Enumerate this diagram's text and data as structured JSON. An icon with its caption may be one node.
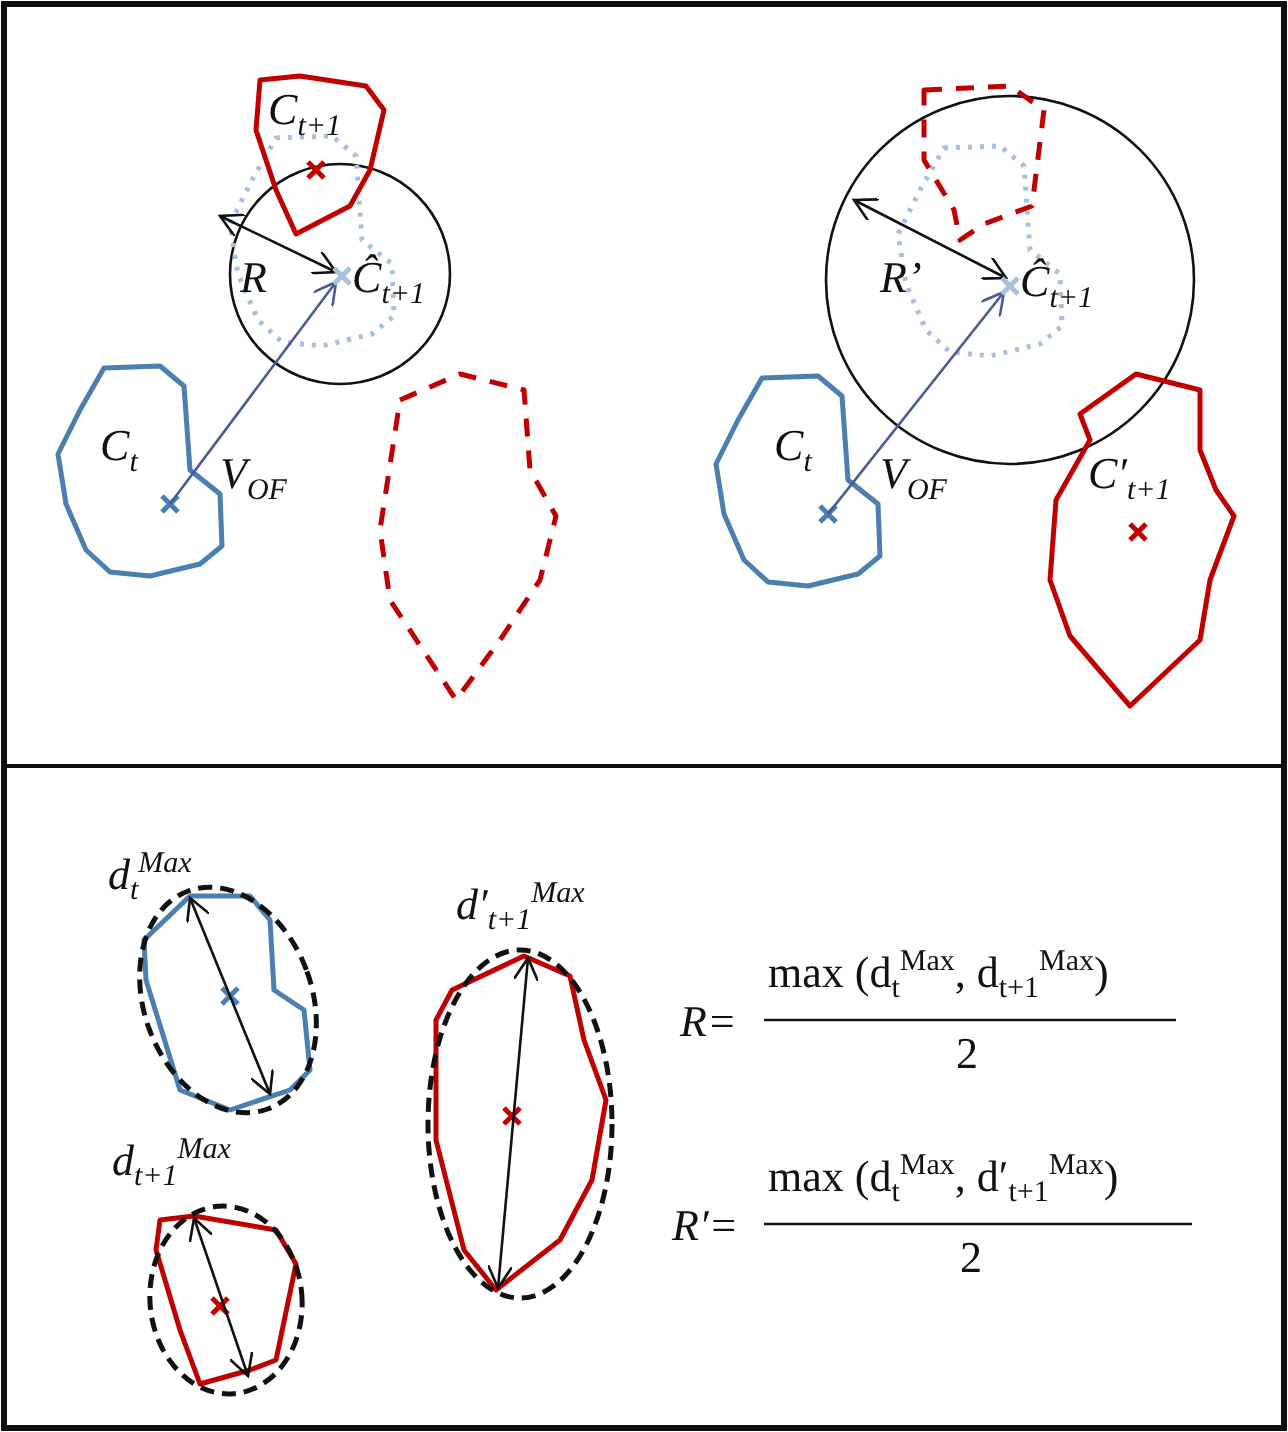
{
  "diagram": {
    "labels": [
      "C$_{t+1}$",
      "R",
      "Ĉ$_{t+1}$",
      "C$_{t}$",
      "V$_{OF}$",
      "R’",
      "Ĉ$_{t+1}$",
      "C$_{t}$",
      "V$_{OF}$",
      "C′$_{t+1}$",
      "d$_{t}$$^{Max}$",
      "d′$_{t+1}$$^{Max}$",
      "d$_{t+1}$$^{Max}$",
      "R=",
      "max (d$_{t}$$^{Max}$, d$_{t+1}$$^{Max}$)",
      "2",
      "R′=",
      "max (d$_{t}$$^{Max}$, d′$_{t+1}$$^{Max}$)",
      "2"
    ]
  }
}
